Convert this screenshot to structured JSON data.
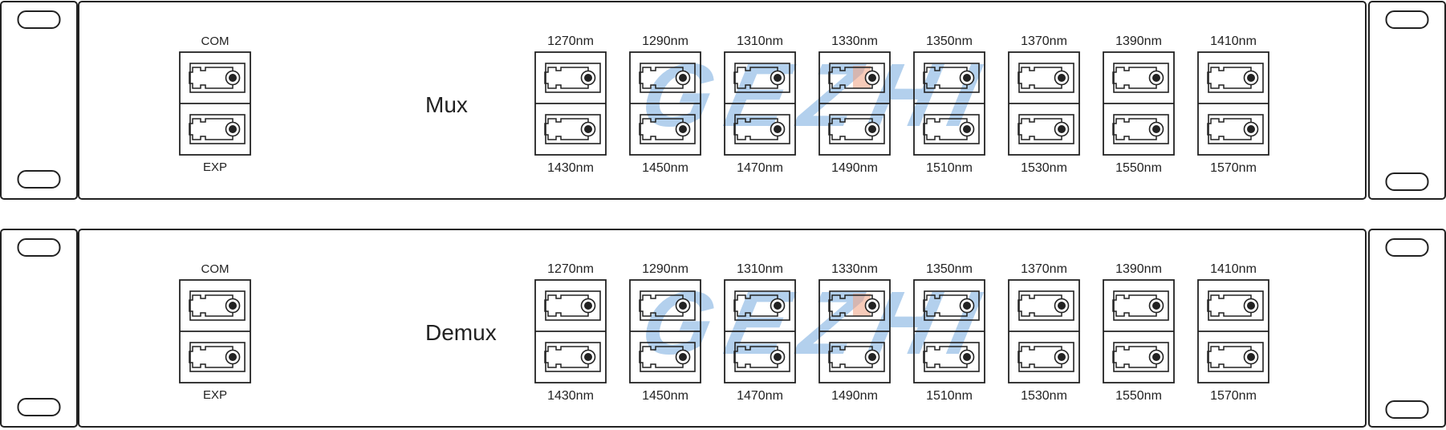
{
  "watermark": {
    "text": "GEZHI",
    "color": "#4a8fd4",
    "accent_color": "#f0a080"
  },
  "colors": {
    "stroke": "#222222",
    "background": "#ffffff"
  },
  "units": [
    {
      "name": "mux",
      "title": "Mux",
      "com_label": "COM",
      "exp_label": "EXP",
      "top_channels": [
        "1270nm",
        "1290nm",
        "1310nm",
        "1330nm",
        "1350nm",
        "1370nm",
        "1390nm",
        "1410nm"
      ],
      "bottom_channels": [
        "1430nm",
        "1450nm",
        "1470nm",
        "1490nm",
        "1510nm",
        "1530nm",
        "1550nm",
        "1570nm"
      ]
    },
    {
      "name": "demux",
      "title": "Demux",
      "com_label": "COM",
      "exp_label": "EXP",
      "top_channels": [
        "1270nm",
        "1290nm",
        "1310nm",
        "1330nm",
        "1350nm",
        "1370nm",
        "1390nm",
        "1410nm"
      ],
      "bottom_channels": [
        "1430nm",
        "1450nm",
        "1470nm",
        "1490nm",
        "1510nm",
        "1530nm",
        "1550nm",
        "1570nm"
      ]
    }
  ]
}
